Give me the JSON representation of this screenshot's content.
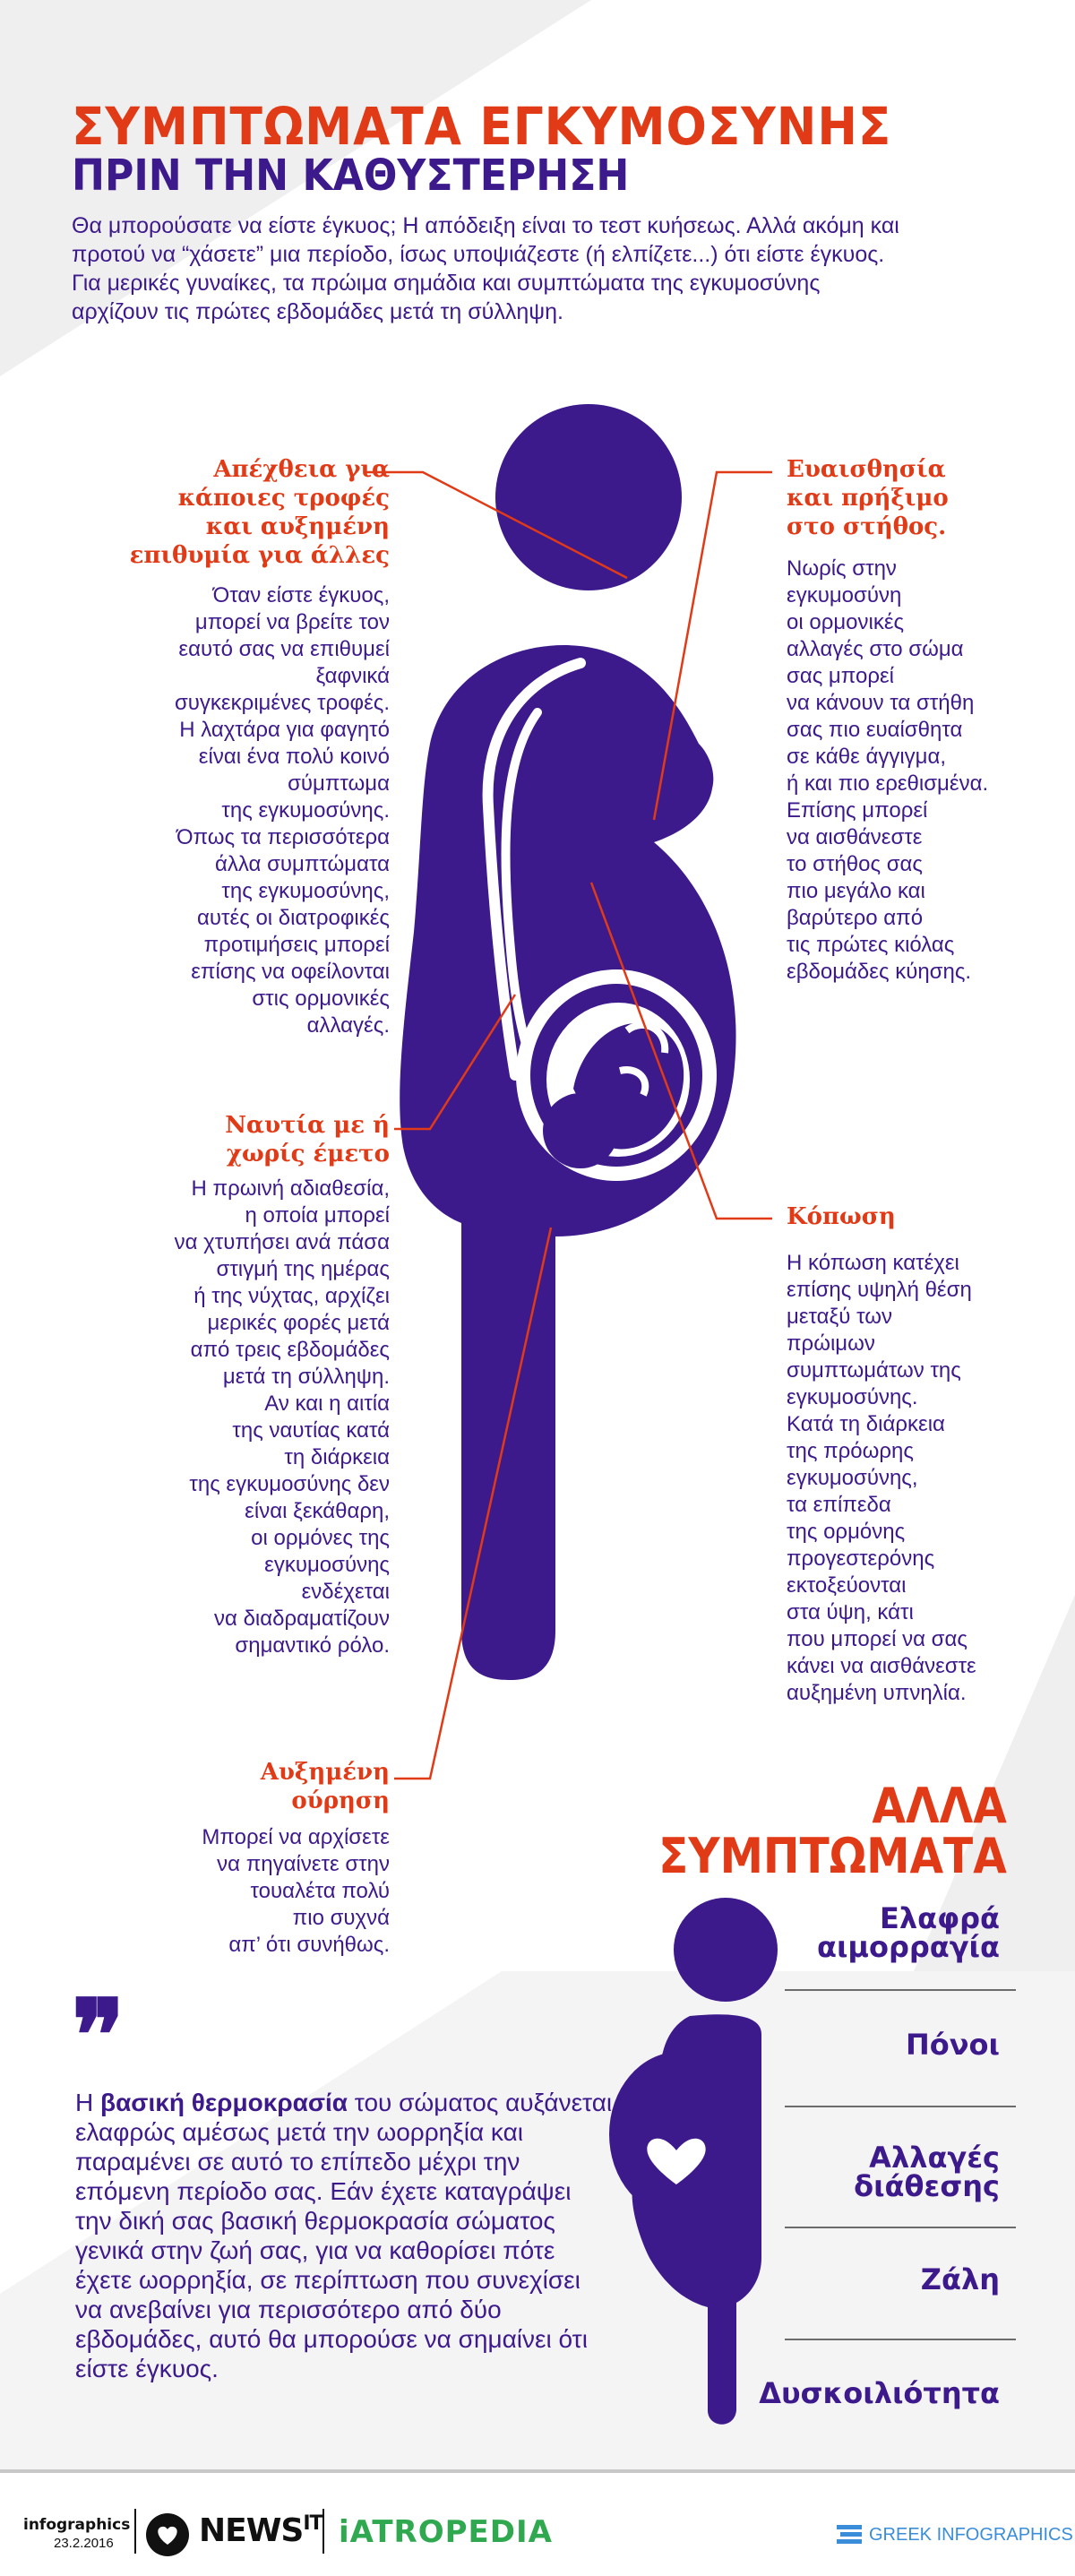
{
  "header": {
    "title_line1": "ΣΥΜΠΤΩΜΑΤΑ ΕΓΚΥΜΟΣΥΝΗΣ",
    "title_line2": "ΠΡΙΝ ΤΗΝ ΚΑΘΥΣΤΕΡΗΣΗ",
    "intro": "Θα μπορούσατε να είστε έγκυος; Η απόδειξη είναι το τεστ κυήσεως. Αλλά ακόμη και προτού να “χάσετε” μια περίοδο, ίσως υποψιάζεστε (ή ελπίζετε...) ότι είστε έγκυος. Για μερικές γυναίκες, τα πρώιμα σημάδια και συμπτώματα της εγκυμοσύνης αρχίζουν τις πρώτες εβδομάδες μετά τη σύλληψη."
  },
  "symptoms": {
    "aversion": {
      "heading": [
        "Απέχθεια για",
        "κάποιες τροφές",
        "και αυξημένη",
        "επιθυμία για άλλες"
      ],
      "body": [
        "Όταν είστε έγκυος,",
        "μπορεί να βρείτε τον",
        "εαυτό σας να επιθυμεί",
        "ξαφνικά",
        "συγκεκριμένες τροφές.",
        "Η λαχτάρα για φαγητό",
        "είναι ένα πολύ κοινό",
        "σύμπτωμα",
        "της εγκυμοσύνης.",
        "Όπως τα περισσότερα",
        "άλλα συμπτώματα",
        "της εγκυμοσύνης,",
        "αυτές οι διατροφικές",
        "προτιμήσεις μπορεί",
        "επίσης να οφείλονται",
        "στις ορμονικές",
        "αλλαγές."
      ]
    },
    "breast": {
      "heading": [
        "Ευαισθησία",
        "και πρήξιμο",
        "στο στήθος."
      ],
      "body": [
        "Νωρίς στην",
        "εγκυμοσύνη",
        "οι ορμονικές",
        "αλλαγές στο σώμα",
        "σας μπορεί",
        "να κάνουν τα στήθη",
        "σας πιο ευαίσθητα",
        "σε κάθε άγγιγμα,",
        "ή και πιο ερεθισμένα.",
        "Επίσης μπορεί",
        "να αισθάνεστε",
        "το στήθος σας",
        "πιο μεγάλο και",
        "βαρύτερο από",
        "τις πρώτες κιόλας",
        "εβδομάδες κύησης."
      ]
    },
    "nausea": {
      "heading": [
        "Ναυτία με ή",
        "χωρίς έμετο"
      ],
      "body": [
        "Η πρωινή αδιαθεσία,",
        "η οποία μπορεί",
        "να χτυπήσει ανά πάσα",
        "στιγμή της ημέρας",
        "ή της νύχτας, αρχίζει",
        "μερικές φορές μετά",
        "από τρεις εβδομάδες",
        "μετά τη σύλληψη.",
        "Αν και η αιτία",
        "της ναυτίας κατά",
        "τη διάρκεια",
        "της εγκυμοσύνης δεν",
        "είναι ξεκάθαρη,",
        "οι ορμόνες της",
        "εγκυμοσύνης",
        "ενδέχεται",
        "να διαδραματίζουν",
        "σημαντικό ρόλο."
      ]
    },
    "fatigue": {
      "heading": [
        "Κόπωση"
      ],
      "body": [
        "Η κόπωση κατέχει",
        "επίσης υψηλή θέση",
        "μεταξύ των",
        "πρώιμων",
        "συμπτωμάτων της",
        "εγκυμοσύνης.",
        "Κατά τη διάρκεια",
        "της πρόωρης",
        "εγκυμοσύνης,",
        "τα επίπεδα",
        "της ορμόνης",
        "προγεστερόνης",
        "εκτοξεύονται",
        "στα ύψη, κάτι",
        "που μπορεί να σας",
        "κάνει να αισθάνεστε",
        "αυξημένη υπνηλία."
      ]
    },
    "urination": {
      "heading": [
        "Αυξημένη",
        "ούρηση"
      ],
      "body": [
        "Μπορεί να αρχίσετε",
        "να πηγαίνετε στην",
        "τουαλέτα πολύ",
        "πιο συχνά",
        "απ’ ότι συνήθως."
      ]
    }
  },
  "other_symptoms": {
    "title_line1": "ΑΛΛΑ",
    "title_line2": "ΣΥΜΠΤΩΜΑΤΑ",
    "items": [
      [
        "Ελαφρά",
        "αιμορραγία"
      ],
      [
        "Πόνοι"
      ],
      [
        "Αλλαγές",
        "διάθεσης"
      ],
      [
        "Ζάλη"
      ],
      [
        "Δυσκοιλιότητα"
      ]
    ]
  },
  "quote": {
    "mark": "❞",
    "before": "Η ",
    "bold": "βασική θερμοκρασία",
    "after": " του σώματος αυξάνεται ελαφρώς αμέσως μετά την ωορρηξία και παραμένει σε αυτό το επίπεδο μέχρι την επόμενη περίοδο σας. Εάν έχετε καταγράψει την δική σας βασική θερμοκρασία σώματος γενικά στην ζωή σας, για να καθορίσει πότε έχετε ωορρηξία, σε περίπτωση που συνεχίσει να ανεβαίνει για περισσότερο από δύο εβδομάδες, αυτό θα μπορούσε να σημαίνει ότι είστε έγκυος."
  },
  "footer": {
    "infographics": "infographics",
    "date": "23.2.2016",
    "newsit": "NEWS",
    "newsit_it": "IT",
    "iatropedia": "iATROPEDIA",
    "greek_infographics": "GREEK INFOGRAPHICS"
  },
  "colors": {
    "red": "#e13a16",
    "purple": "#3d1a8c",
    "grey_band": "#efefef"
  }
}
